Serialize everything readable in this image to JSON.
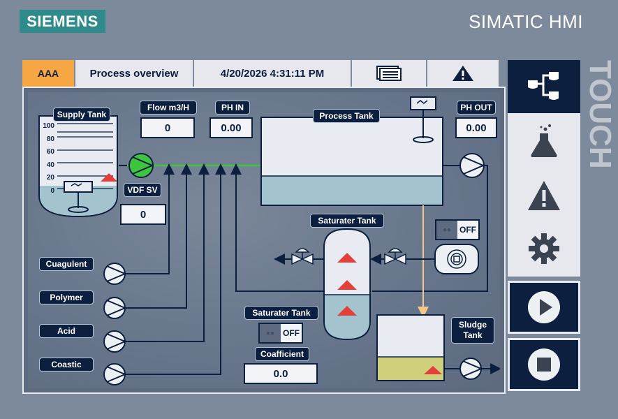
{
  "brand": {
    "logo": "SIEMENS",
    "product": "SIMATIC HMI",
    "touch": "TOUCH"
  },
  "topbar": {
    "alarm_class": "AAA",
    "screen_title": "Process overview",
    "datetime": "4/20/2026 4:31:11 PM"
  },
  "supply_tank": {
    "label": "Supply Tank",
    "scale": [
      "100",
      "80",
      "60",
      "40",
      "20",
      "0"
    ]
  },
  "flow": {
    "label": "Flow m3/H",
    "value": "0"
  },
  "ph_in": {
    "label": "PH IN",
    "value": "0.00"
  },
  "process_tank": {
    "label": "Process Tank"
  },
  "ph_out": {
    "label": "PH OUT",
    "value": "0.00"
  },
  "vdf": {
    "label": "VDF SV",
    "value": "0"
  },
  "saturater_tank": {
    "label": "Saturater Tank"
  },
  "saturater_control": {
    "label": "Saturater Tank",
    "toggle": "OFF"
  },
  "aux_toggle": {
    "toggle": "OFF"
  },
  "coefficient": {
    "label": "Coafficient",
    "value": "0.0"
  },
  "sludge_tank": {
    "label_line1": "Sludge",
    "label_line2": "Tank"
  },
  "chemicals": [
    "Cuagulent",
    "Polymer",
    "Acid",
    "Coastic"
  ],
  "colors": {
    "navy": "#0c1f3f",
    "panel": "#e6e8ee",
    "alarm_orange": "#f7a644",
    "pump_running": "#3fc43f",
    "water": "#a3c3cf",
    "sludge": "#cfcf7c",
    "level_marker": "#e2413a",
    "flow_line": "#f7c68a",
    "teal": "#2f8b8b"
  },
  "icons": {
    "topbar": [
      "screens-list-icon",
      "alarm-warning-icon"
    ],
    "sidebar": [
      "process-flow-icon",
      "laboratory-flask-icon",
      "alarm-warning-icon",
      "settings-gear-icon"
    ],
    "actions": [
      "play-start-icon",
      "stop-icon"
    ]
  }
}
